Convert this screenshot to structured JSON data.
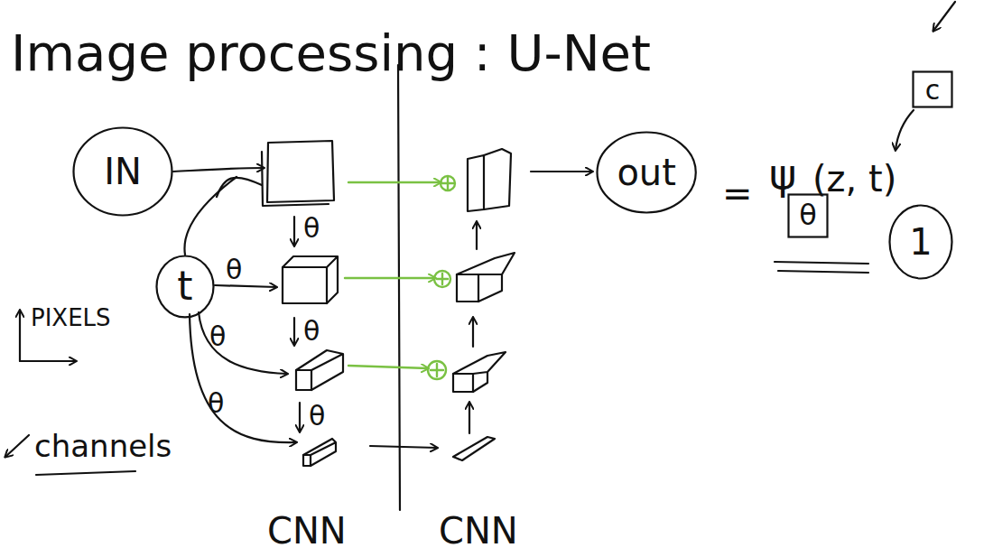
{
  "diagram": {
    "title": "Image processing : U-Net",
    "nodes": [
      {
        "text": [
          "IN"
        ]
      },
      {
        "text": [
          "t"
        ]
      },
      {
        "text": [
          "out"
        ]
      },
      {
        "text": [
          "c"
        ]
      },
      {
        "text": [
          "θ"
        ]
      },
      {
        "text": [
          "1"
        ]
      }
    ],
    "labels": [
      "θ",
      "θ",
      "θ",
      "θ",
      "θ",
      "θ",
      "PIXELS",
      "channels",
      "CNN",
      "CNN",
      "=",
      "ψ",
      "(z, t)"
    ]
  }
}
